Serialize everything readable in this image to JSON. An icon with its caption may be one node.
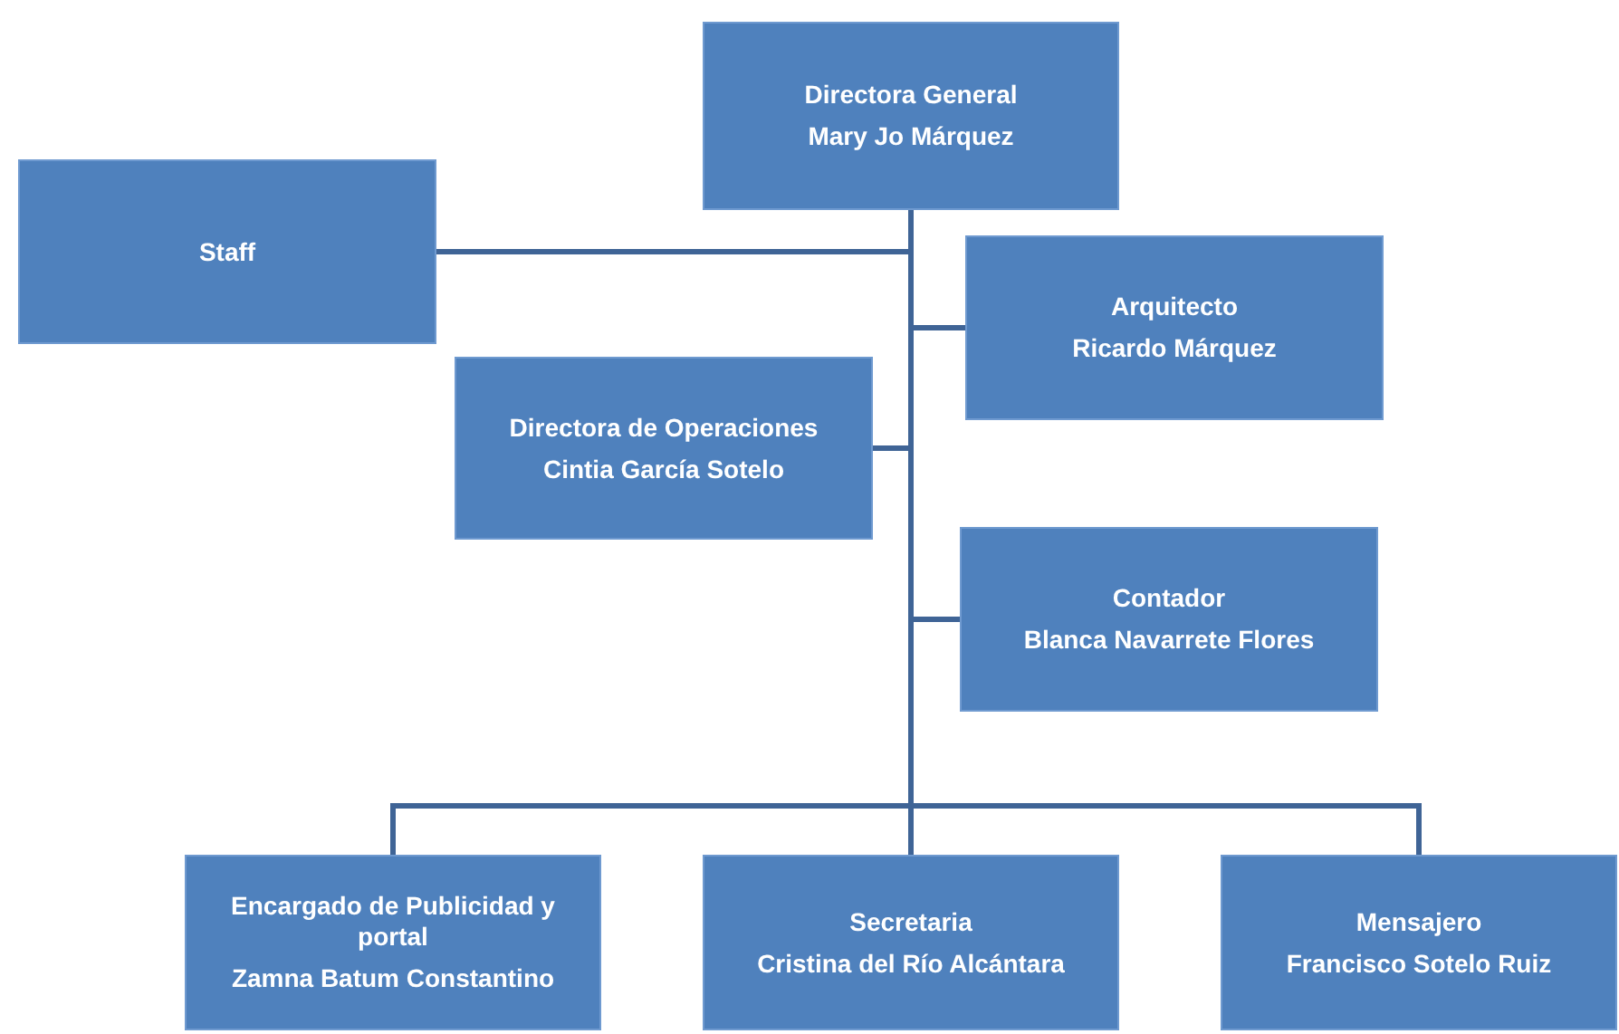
{
  "diagram": {
    "nodes": [
      {
        "text": [
          "Directora General",
          "Mary Jo Márquez"
        ]
      },
      {
        "text": [
          "Staff"
        ]
      },
      {
        "text": [
          "Arquitecto",
          "Ricardo Márquez"
        ]
      },
      {
        "text": [
          "Directora de Operaciones",
          "Cintia García Sotelo"
        ]
      },
      {
        "text": [
          "Contador",
          "Blanca Navarrete Flores"
        ]
      },
      {
        "text": [
          "Encargado de Publicidad y portal",
          "Zamna Batum Constantino"
        ]
      },
      {
        "text": [
          "Secretaria",
          "Cristina del Río Alcántara"
        ]
      },
      {
        "text": [
          "Mensajero",
          "Francisco Sotelo Ruiz"
        ]
      }
    ],
    "edges": [
      {
        "from": 0,
        "to": 1,
        "arrow": "none"
      },
      {
        "from": 0,
        "to": 2,
        "arrow": "none"
      },
      {
        "from": 0,
        "to": 3,
        "arrow": "none"
      },
      {
        "from": 0,
        "to": 4,
        "arrow": "none"
      },
      {
        "from": 0,
        "to": 5,
        "arrow": "none"
      },
      {
        "from": 0,
        "to": 6,
        "arrow": "none"
      },
      {
        "from": 0,
        "to": 7,
        "arrow": "none"
      }
    ]
  }
}
